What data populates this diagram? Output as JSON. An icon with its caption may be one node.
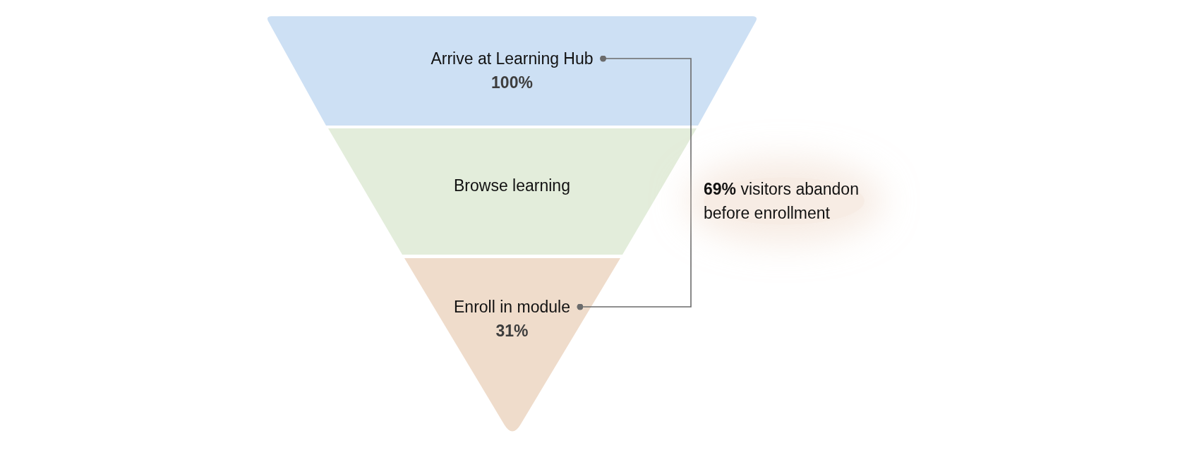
{
  "diagram": {
    "nodes": [
      {
        "text": [
          "Arrive at Learning Hub",
          "100%"
        ]
      },
      {
        "text": [
          "Browse learning"
        ]
      },
      {
        "text": [
          "Enroll in module",
          "31%"
        ]
      }
    ],
    "edges": [
      {
        "from": 0,
        "to": 2,
        "arrow": "other",
        "label": "**69%** visitors abandon before enrollment"
      }
    ]
  }
}
